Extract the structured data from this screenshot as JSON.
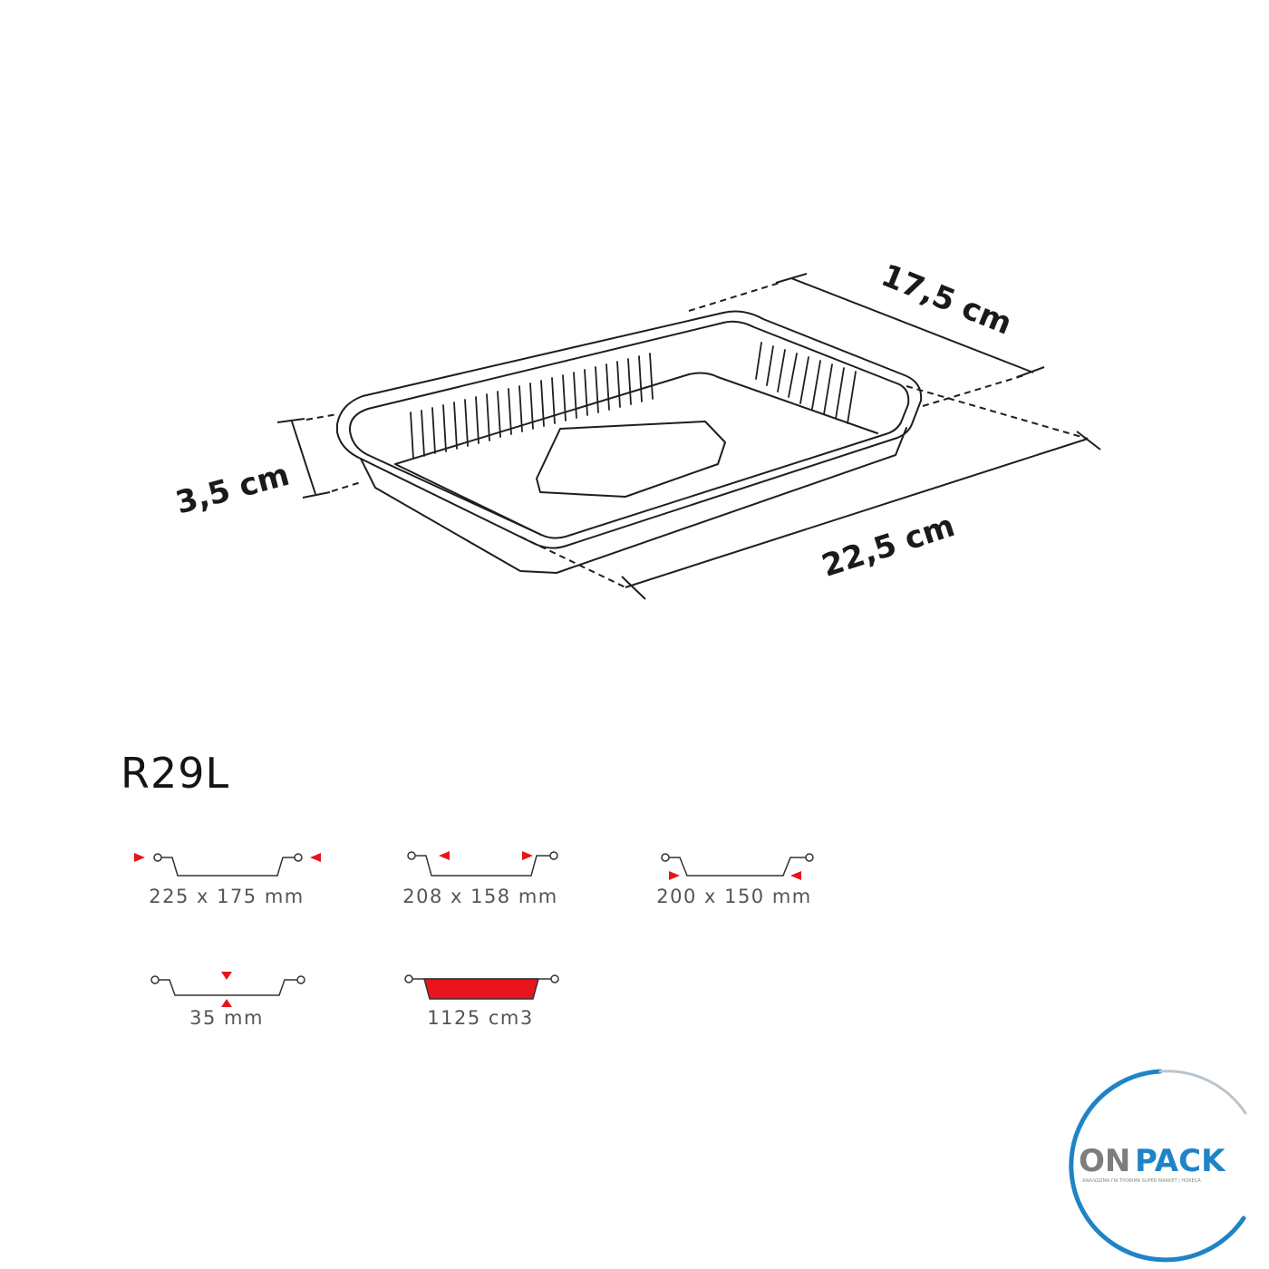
{
  "drawing": {
    "dimensions": {
      "depth": "3,5 cm",
      "width": "17,5 cm",
      "length": "22,5 cm"
    }
  },
  "product": {
    "model": "R29L"
  },
  "specs": [
    {
      "id": "top-outer",
      "label": "225 x 175 mm"
    },
    {
      "id": "top-inner",
      "label": "208 x 158 mm"
    },
    {
      "id": "bottom",
      "label": "200 x 150 mm"
    },
    {
      "id": "height",
      "label": "35 mm"
    },
    {
      "id": "volume",
      "label": "1125 cm3"
    }
  ],
  "brand": {
    "logo_text_on": "ON",
    "logo_text_pack": "PACK",
    "tagline": "ΑΝΑΛΩΣΙΜΑ ΓΙΑ ΤΡΟΦΙΜΑ SUPER MARKET | HORECA",
    "colors": {
      "blue": "#1f84c6",
      "gray": "#7d7d7d",
      "ring": "#1f84c6"
    }
  },
  "colors": {
    "marker_red": "#e8141b",
    "volume_fill": "#e8141b",
    "line": "#1e1e1e"
  }
}
